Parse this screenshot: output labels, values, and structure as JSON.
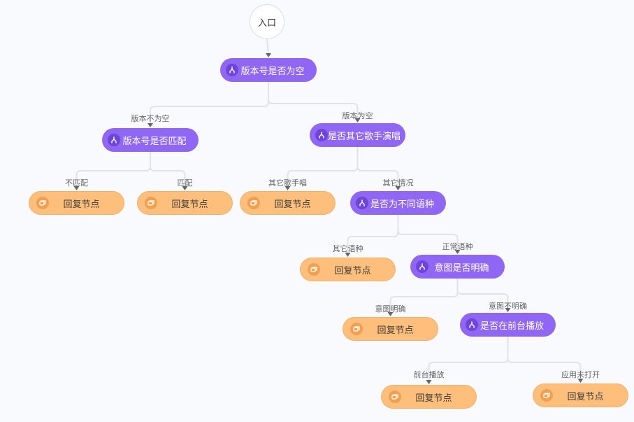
{
  "entry": {
    "label": "入口"
  },
  "nodes": {
    "n1": {
      "label": "版本号是否为空",
      "icon": "branch-icon"
    },
    "n2": {
      "label": "版本号是否匹配",
      "icon": "branch-icon"
    },
    "n3": {
      "label": "是否其它歌手演唱",
      "icon": "branch-icon"
    },
    "n4": {
      "label": "回复节点",
      "icon": "reply-icon"
    },
    "n5": {
      "label": "回复节点",
      "icon": "reply-icon"
    },
    "n6": {
      "label": "回复节点",
      "icon": "reply-icon"
    },
    "n7": {
      "label": "是否为不同语种",
      "icon": "branch-icon"
    },
    "n8": {
      "label": "回复节点",
      "icon": "reply-icon"
    },
    "n9": {
      "label": "意图是否明确",
      "icon": "branch-icon"
    },
    "n10": {
      "label": "回复节点",
      "icon": "reply-icon"
    },
    "n11": {
      "label": "是否在前台播放",
      "icon": "branch-icon"
    },
    "n12": {
      "label": "回复节点",
      "icon": "reply-icon"
    },
    "n13": {
      "label": "回复节点",
      "icon": "reply-icon"
    }
  },
  "edge_labels": {
    "e2": "版本不为空",
    "e3": "版本为空",
    "e4": "不匹配",
    "e5": "匹配",
    "e6": "其它歌手唱",
    "e7": "其它情况",
    "e8": "其它语种",
    "e9": "正常语种",
    "e10": "意图明确",
    "e11": "意图不明确",
    "e12": "前台播放",
    "e13": "应用未打开"
  },
  "colors": {
    "condition": "#9066f5",
    "reply": "#fdbf7b",
    "edge": "#dfe3ec",
    "arrow": "#666666"
  }
}
